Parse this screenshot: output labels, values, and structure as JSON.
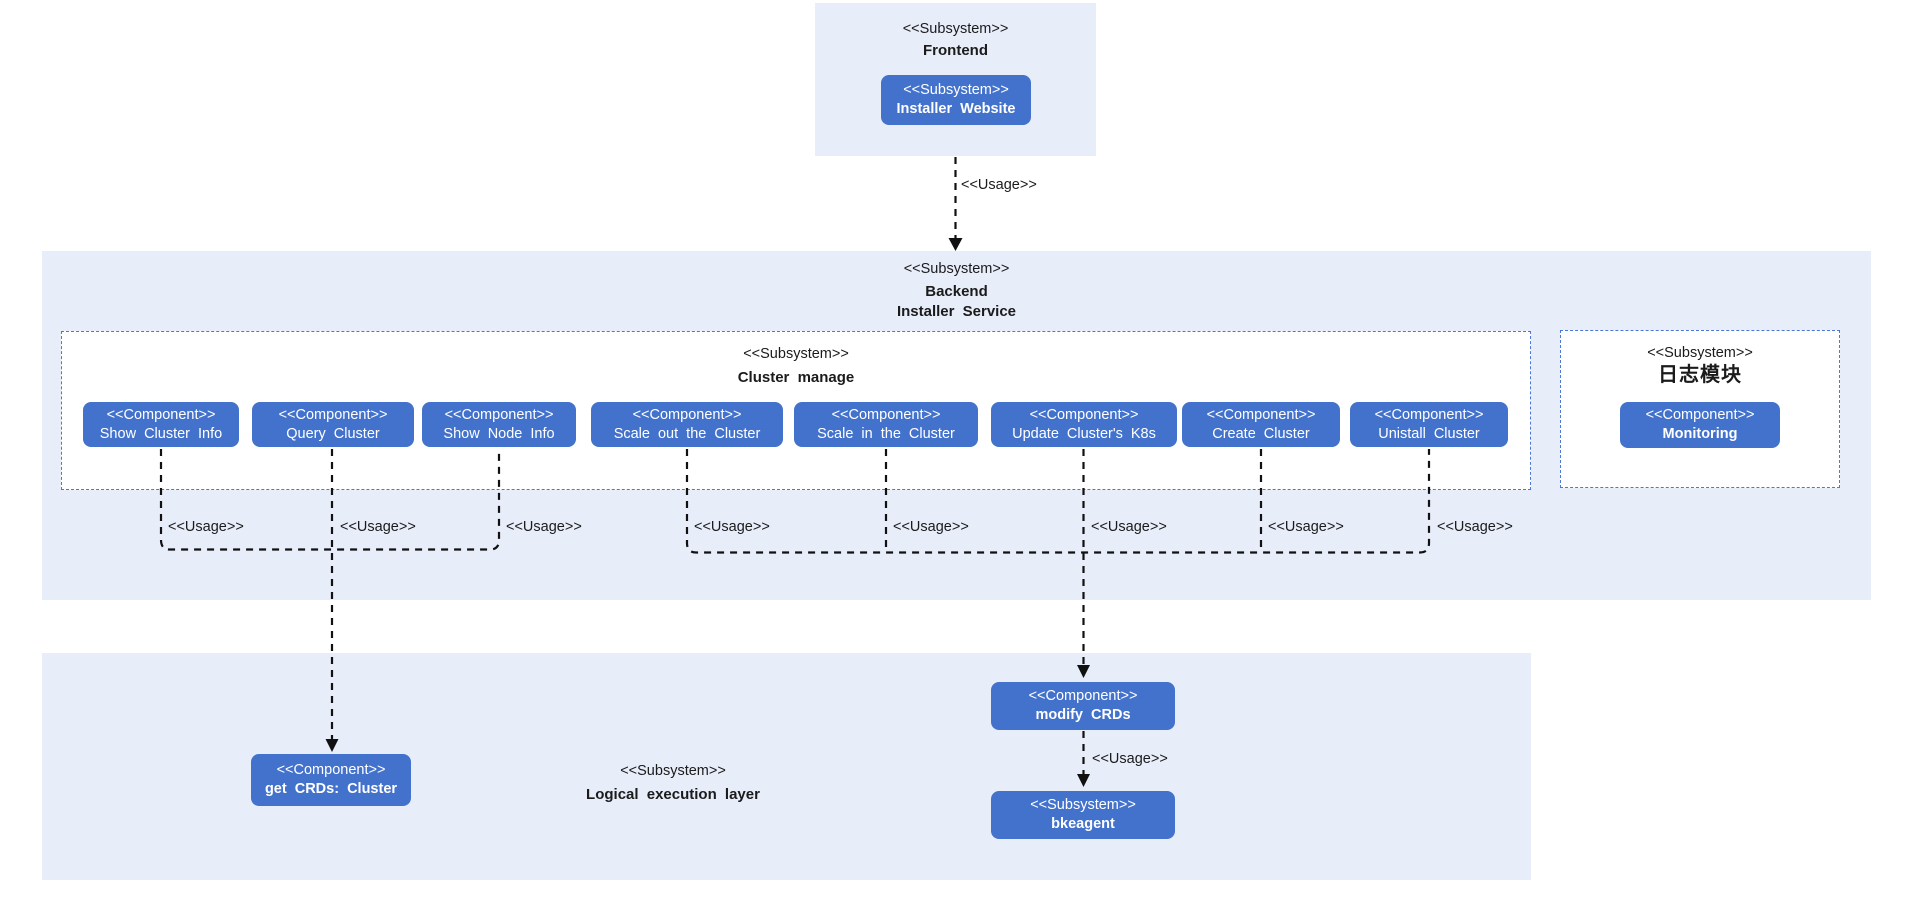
{
  "colors": {
    "panel_background": "#e8edfa",
    "node_blue": "#4372cc",
    "dashed_border_blue": "#4a78d8",
    "connector_black": "#111111",
    "text": "#1b1b1b"
  },
  "connector_label": "<<Usage>>",
  "frontend": {
    "stereotype": "<<Subsystem>>",
    "name": "Frontend",
    "installer_website": {
      "stereotype": "<<Subsystem>>",
      "name": "Installer Website"
    }
  },
  "backend": {
    "stereotype": "<<Subsystem>>",
    "name_line1": "Backend",
    "name_line2": "Installer Service",
    "cluster_manage": {
      "stereotype": "<<Subsystem>>",
      "name": "Cluster manage",
      "components": [
        {
          "stereotype": "<<Component>>",
          "name": "Show Cluster Info"
        },
        {
          "stereotype": "<<Component>>",
          "name": "Query Cluster"
        },
        {
          "stereotype": "<<Component>>",
          "name": "Show Node Info"
        },
        {
          "stereotype": "<<Component>>",
          "name": "Scale out the Cluster"
        },
        {
          "stereotype": "<<Component>>",
          "name": "Scale in the Cluster"
        },
        {
          "stereotype": "<<Component>>",
          "name": "Update Cluster's K8s"
        },
        {
          "stereotype": "<<Component>>",
          "name": "Create Cluster"
        },
        {
          "stereotype": "<<Component>>",
          "name": "Unistall Cluster"
        }
      ]
    },
    "log_module": {
      "stereotype": "<<Subsystem>>",
      "name": "日志模块",
      "monitoring": {
        "stereotype": "<<Component>>",
        "name": "Monitoring"
      }
    }
  },
  "logical_layer": {
    "stereotype": "<<Subsystem>>",
    "name": "Logical execution layer",
    "get_crds": {
      "stereotype": "<<Component>>",
      "name": "get CRDs: Cluster"
    },
    "modify_crds": {
      "stereotype": "<<Component>>",
      "name": "modify CRDs"
    },
    "bkeagent": {
      "stereotype": "<<Subsystem>>",
      "name": "bkeagent"
    }
  }
}
